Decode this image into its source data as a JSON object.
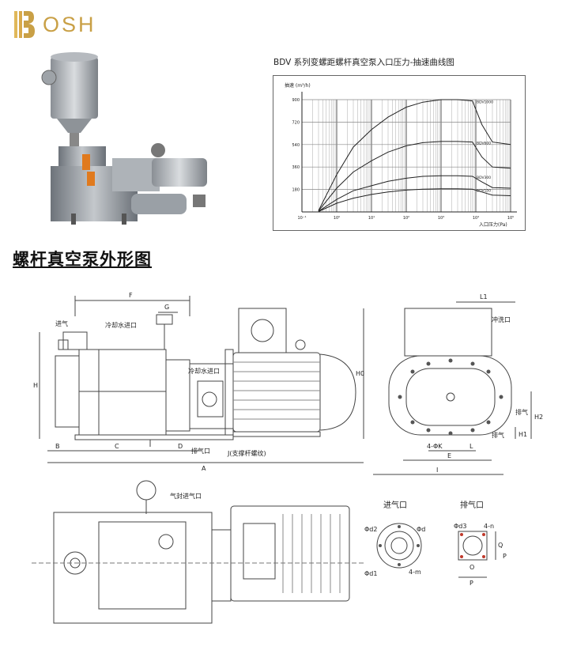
{
  "logo": {
    "text": "OSH",
    "brand_color": "#c9a046"
  },
  "chart_title": "BDV 系列变螺距螺杆真空泵入口压力-抽速曲线图",
  "section_title": "螺杆真空泵外形图",
  "chart_data": {
    "type": "line",
    "title": "BDV 系列变螺距螺杆真空泵入口压力-抽速曲线图",
    "ylabel": "抽速 (m³/h)",
    "xlabel": "入口压力(Pa)",
    "x_scale": "log",
    "xlim": [
      0.1,
      100000
    ],
    "ylim": [
      0,
      900
    ],
    "y_ticks": [
      "180",
      "360",
      "540",
      "720",
      "900"
    ],
    "x_ticks": [
      "10⁻¹",
      "10⁰",
      "10¹",
      "10²",
      "10³",
      "10⁴",
      "10⁵"
    ],
    "series": [
      {
        "name": "BDV1000",
        "x": [
          0.3,
          1,
          3,
          10,
          30,
          100,
          300,
          1000,
          3000,
          8000,
          15000,
          30000,
          100000
        ],
        "y": [
          10,
          300,
          520,
          660,
          760,
          840,
          880,
          900,
          900,
          890,
          700,
          560,
          540
        ]
      },
      {
        "name": "BDV600",
        "x": [
          0.3,
          1,
          3,
          10,
          30,
          100,
          300,
          1000,
          3000,
          8000,
          15000,
          30000,
          100000
        ],
        "y": [
          8,
          190,
          320,
          410,
          480,
          530,
          555,
          565,
          565,
          560,
          440,
          360,
          350
        ]
      },
      {
        "name": "BDV300",
        "x": [
          0.3,
          1,
          3,
          10,
          30,
          100,
          300,
          1000,
          3000,
          8000,
          15000,
          30000,
          100000
        ],
        "y": [
          5,
          100,
          170,
          210,
          245,
          270,
          285,
          290,
          290,
          285,
          240,
          195,
          190
        ]
      },
      {
        "name": "BDV150",
        "x": [
          0.3,
          1,
          3,
          10,
          30,
          100,
          300,
          1000,
          3000,
          8000,
          15000,
          30000,
          100000
        ],
        "y": [
          3,
          70,
          110,
          140,
          160,
          175,
          182,
          185,
          185,
          182,
          160,
          135,
          130
        ]
      }
    ],
    "grid": true
  },
  "drawing_labels": {
    "inlet_gas": "进气",
    "cooling_inlet_1": "冷却水进口",
    "cooling_inlet_2": "冷却水进口",
    "exhaust_1": "排气口",
    "support_bolt": "J(支撑杆螺纹)",
    "flush": "冲洗口",
    "exhaust_2": "排气",
    "exhaust_3": "排气",
    "seal_inlet": "气封进气口",
    "inlet_port": "进气口",
    "exhaust_port": "排气口",
    "dims_side": {
      "F": "F",
      "G": "G",
      "H": "H",
      "B": "B",
      "C": "C",
      "D": "D",
      "A": "A",
      "H0": "H0"
    },
    "dims_front": {
      "L1": "L1",
      "H2": "H2",
      "H1": "H1",
      "K": "4-ΦK",
      "L": "L",
      "E": "E",
      "I": "I"
    },
    "dims_inlet": {
      "d2": "Φd2",
      "d": "Φd",
      "d1": "Φd1",
      "m": "4-m"
    },
    "dims_outlet": {
      "d3": "Φd3",
      "n": "4-n",
      "P": "P",
      "Q": "Q",
      "O": "O",
      "P2": "P"
    }
  }
}
